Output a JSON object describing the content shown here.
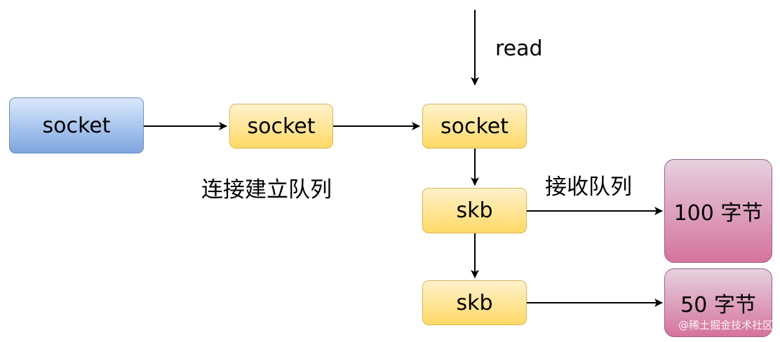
{
  "boxes": {
    "socket_origin": "socket",
    "socket_conn": "socket",
    "socket_recv": "socket",
    "skb_1": "skb",
    "skb_2": "skb",
    "bytes_100": "100 字节",
    "bytes_50": "50 字节"
  },
  "labels": {
    "read": "read",
    "connection_queue": "连接建立队列",
    "receive_queue": "接收队列"
  },
  "watermark": "@稀土掘金技术社区",
  "colors": {
    "blue_fill": "#7ea6e0",
    "yellow_fill": "#ffd966",
    "pink_fill": "#d5739d",
    "arrow": "#000000"
  }
}
